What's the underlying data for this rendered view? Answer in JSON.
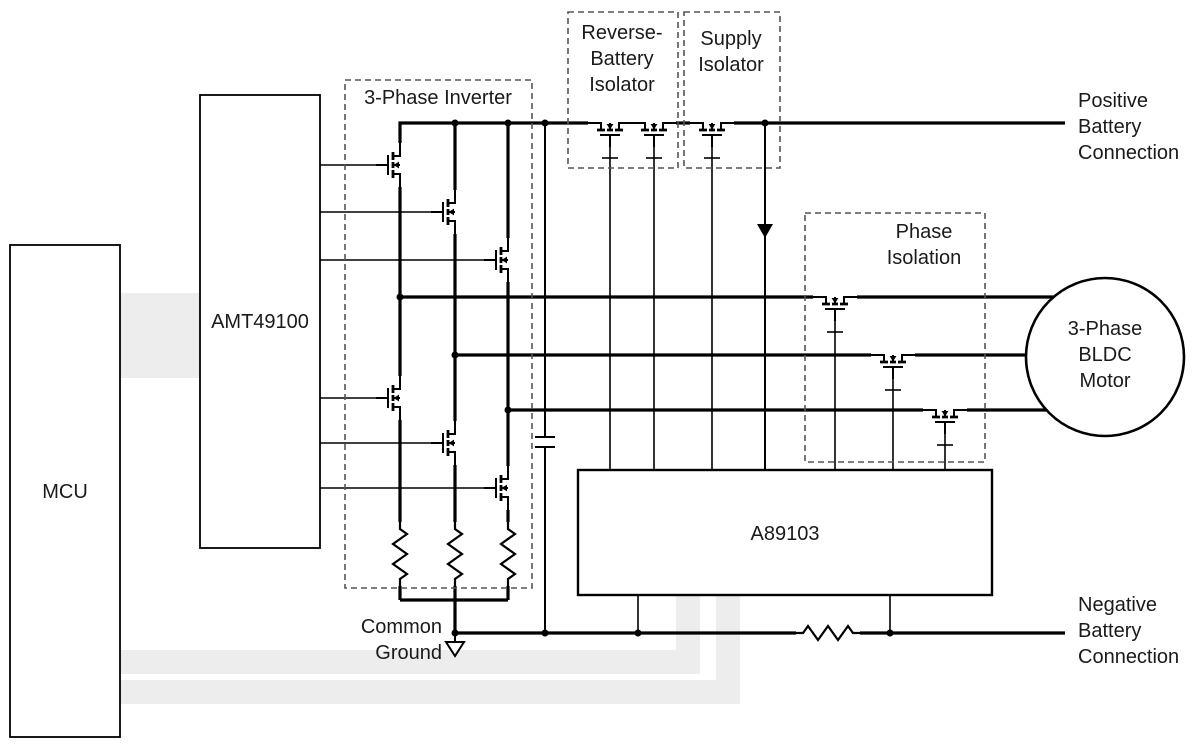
{
  "diagram": {
    "mcu": "MCU",
    "gate_driver": "AMT49100",
    "inverter_label": "3-Phase Inverter",
    "controller": "A89103",
    "reverse_battery_isolator": [
      "Reverse-",
      "Battery",
      "Isolator"
    ],
    "supply_isolator": [
      "Supply",
      "Isolator"
    ],
    "phase_isolation": [
      "Phase",
      "Isolation"
    ],
    "motor": [
      "3-Phase",
      "BLDC",
      "Motor"
    ],
    "positive_battery": [
      "Positive",
      "Battery",
      "Connection"
    ],
    "negative_battery": [
      "Negative",
      "Battery",
      "Connection"
    ],
    "common_ground": [
      "Common",
      "Ground"
    ]
  },
  "colors": {
    "line": "#000000",
    "text": "#1a1a1a",
    "bus_shade": "#ededed",
    "dashed_border": "#555555",
    "background": "#ffffff"
  }
}
